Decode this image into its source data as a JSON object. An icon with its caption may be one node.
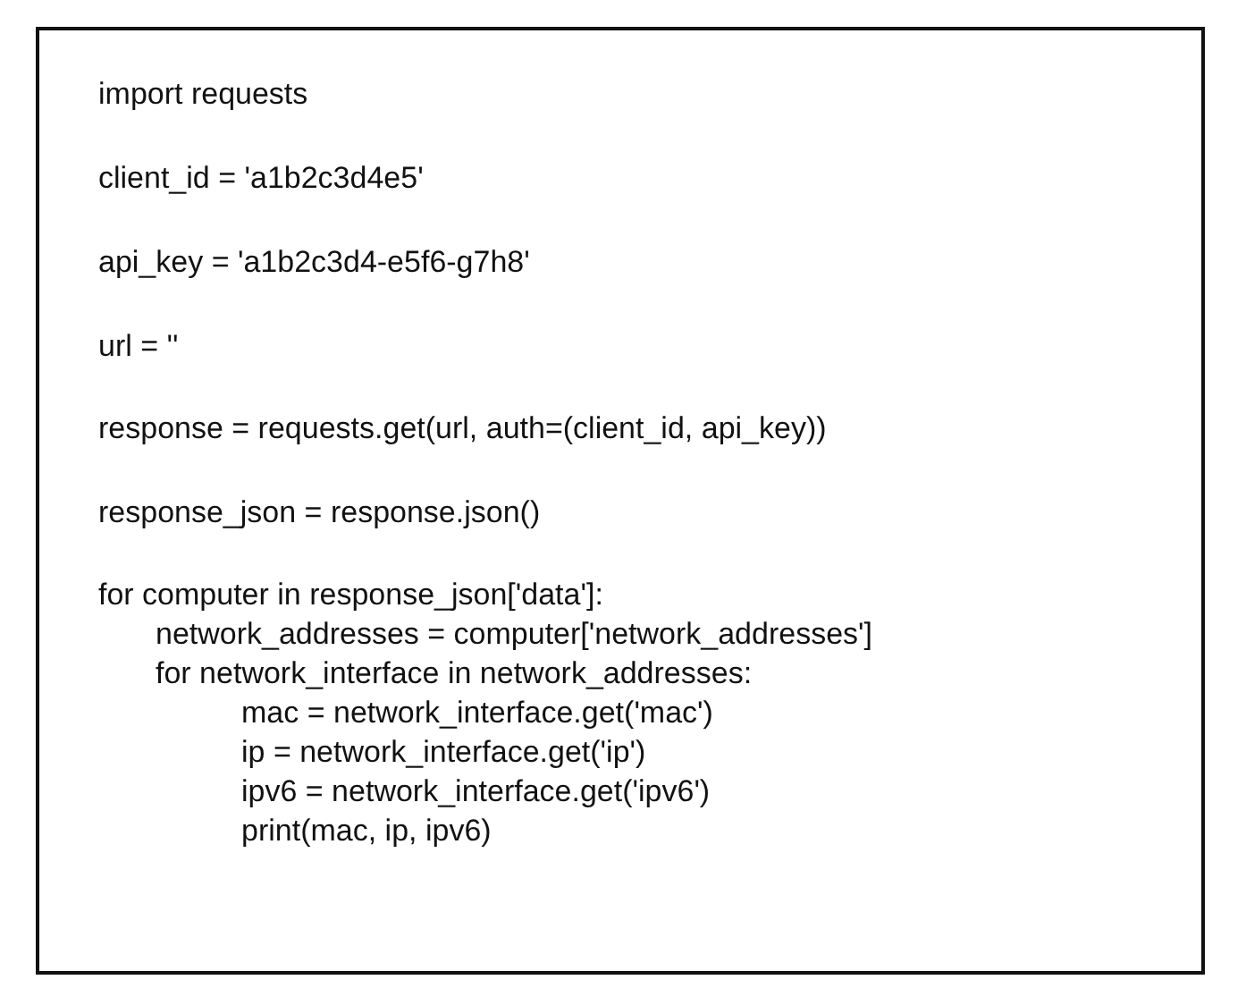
{
  "diagram": {
    "nodes": [
      {
        "text": [
          "import requests",
          "client_id = 'a1b2c3d4e5'",
          "api_key = 'a1b2c3d4-e5f6-g7h8'",
          "url = ''",
          "response = requests.get(url, auth=(client_id, api_key))",
          "response_json = response.json()",
          "for computer in response_json['data']:",
          "network_addresses = computer['network_addresses']",
          "for network_interface in network_addresses:",
          "mac = network_interface.get('mac')",
          "ip = network_interface.get('ip')",
          "ipv6 = network_interface.get('ipv6')",
          "print(mac, ip, ipv6)"
        ]
      }
    ]
  }
}
